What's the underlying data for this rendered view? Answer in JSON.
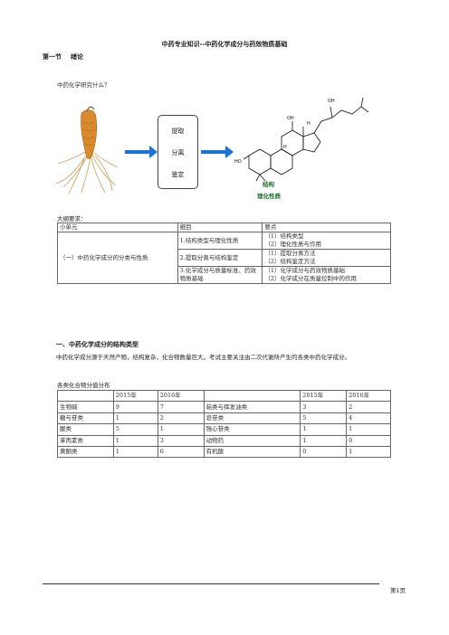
{
  "doc": {
    "title": "中药专业知识--中药化学成分与药效物质基础",
    "section_number": "第一节",
    "section_title": "绪论",
    "question": "中药化学研究什么？"
  },
  "figure": {
    "steps": [
      "提取",
      "分离",
      "鉴定"
    ],
    "struct_label": "结构",
    "prop_label": "理化性质",
    "atom_labels": [
      "OH",
      "OH",
      "H",
      "H",
      "HO"
    ]
  },
  "outline": {
    "label": "大纲要求：",
    "headers": [
      "小单元",
      "细目",
      "要点"
    ],
    "unit": "（一）中药化学成分的分类与性质",
    "rows": [
      {
        "item": "1.结构类型与理化性质",
        "points": [
          "（1）结构类型",
          "（2）理化性质与作用"
        ]
      },
      {
        "item": "2.提取分离与结构鉴定",
        "points": [
          "（1）提取分离方法",
          "（2）结构鉴定方法"
        ]
      },
      {
        "item": "3.化学成分与质量标准、药效物质基础",
        "points": [
          "（1）化学成分与药效物质基础",
          "（2）化学成分在质量控制中的作用"
        ]
      }
    ]
  },
  "section1": {
    "heading": "一、中药化学成分的结构类型",
    "paragraph": "中药化学成分源于天然产物，结构复杂，化合物数量巨大。考试主要关注由二次代谢所产生的各类中药化学成分。"
  },
  "dist": {
    "label": "各类化合物分值分布",
    "headers": [
      "",
      "2015年",
      "2016年",
      "",
      "2015年",
      "2016年"
    ],
    "rows": [
      [
        "生物碱",
        "9",
        "7",
        "萜类与挥发油类",
        "3",
        "2"
      ],
      [
        "糖与苷类",
        "1",
        "2",
        "皂苷类",
        "5",
        "4"
      ],
      [
        "醌类",
        "5",
        "1",
        "强心苷类",
        "1",
        "1"
      ],
      [
        "苯丙素类",
        "1",
        "3",
        "动物药",
        "1",
        "0"
      ],
      [
        "黄酮类",
        "1",
        "6",
        "有机酸",
        "0",
        "1"
      ]
    ]
  },
  "footer": {
    "page": "第1页"
  }
}
